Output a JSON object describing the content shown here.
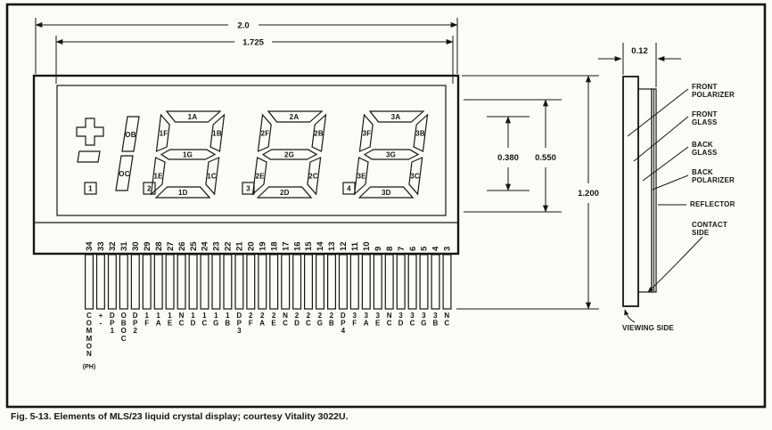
{
  "figure": {
    "caption": "Fig. 5-13. Elements of MLS/23 liquid crystal display; courtesy Vitality 3022U."
  },
  "dimensions": {
    "overall_width": "2.0",
    "active_width": "1.725",
    "char_height_inner": "0.380",
    "char_height_outer": "0.550",
    "module_height": "1.200",
    "thickness": "0.12"
  },
  "display": {
    "half_digit": {
      "upper": "OB",
      "lower": "OC"
    },
    "digits": [
      {
        "segments": {
          "a": "1A",
          "f": "1F",
          "b": "1B",
          "g": "1G",
          "e": "1E",
          "c": "1C",
          "d": "1D"
        }
      },
      {
        "segments": {
          "a": "2A",
          "f": "2F",
          "b": "2B",
          "g": "2G",
          "e": "2E",
          "c": "2C",
          "d": "2D"
        }
      },
      {
        "segments": {
          "a": "3A",
          "f": "3F",
          "b": "3B",
          "g": "3G",
          "e": "3E",
          "c": "3C",
          "d": "3D"
        }
      }
    ],
    "decimal_points": [
      "1",
      "2",
      "3",
      "4"
    ]
  },
  "pins": [
    {
      "number": "34",
      "label": "COMMON",
      "note": "(PH)"
    },
    {
      "number": "33",
      "label": "+-"
    },
    {
      "number": "32",
      "label": "DP1"
    },
    {
      "number": "31",
      "label": "OBOC"
    },
    {
      "number": "30",
      "label": "DP2"
    },
    {
      "number": "29",
      "label": "1F"
    },
    {
      "number": "28",
      "label": "1A"
    },
    {
      "number": "27",
      "label": "1E"
    },
    {
      "number": "26",
      "label": "NC"
    },
    {
      "number": "25",
      "label": "1D"
    },
    {
      "number": "24",
      "label": "1C"
    },
    {
      "number": "23",
      "label": "1G"
    },
    {
      "number": "22",
      "label": "1B"
    },
    {
      "number": "21",
      "label": "DP3"
    },
    {
      "number": "20",
      "label": "2F"
    },
    {
      "number": "19",
      "label": "2A"
    },
    {
      "number": "18",
      "label": "2E"
    },
    {
      "number": "17",
      "label": "NC"
    },
    {
      "number": "16",
      "label": "2D"
    },
    {
      "number": "15",
      "label": "2C"
    },
    {
      "number": "14",
      "label": "2G"
    },
    {
      "number": "13",
      "label": "2B"
    },
    {
      "number": "12",
      "label": "DP4"
    },
    {
      "number": "11",
      "label": "3F"
    },
    {
      "number": "10",
      "label": "3A"
    },
    {
      "number": "9",
      "label": "3E"
    },
    {
      "number": "8",
      "label": "NC"
    },
    {
      "number": "7",
      "label": "3D"
    },
    {
      "number": "6",
      "label": "3C"
    },
    {
      "number": "5",
      "label": "3G"
    },
    {
      "number": "4",
      "label": "3B"
    },
    {
      "number": "3",
      "label": "NC"
    }
  ],
  "side_view": {
    "layers": [
      {
        "line1": "FRONT",
        "line2": "POLARIZER"
      },
      {
        "line1": "FRONT",
        "line2": "GLASS"
      },
      {
        "line1": "BACK",
        "line2": "GLASS"
      },
      {
        "line1": "BACK",
        "line2": "POLARIZER"
      },
      {
        "line1": "REFLECTOR",
        "line2": ""
      }
    ],
    "contact_side": {
      "line1": "CONTACT",
      "line2": "SIDE"
    },
    "viewing_side": "VIEWING SIDE"
  }
}
